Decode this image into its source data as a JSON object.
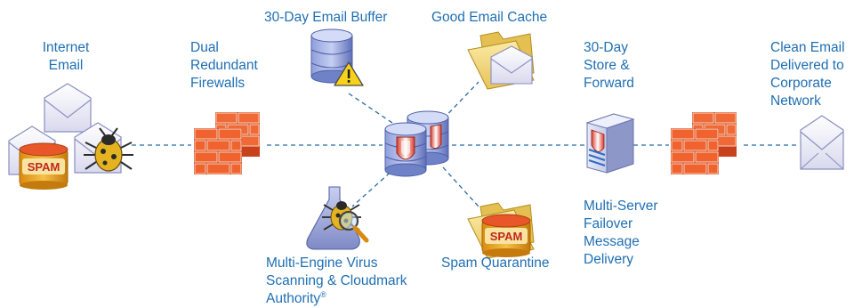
{
  "labels": {
    "internet_email": "Internet\nEmail",
    "firewalls": "Dual\nRedundant\nFirewalls",
    "email_buffer": "30-Day Email Buffer",
    "good_email_cache": "Good Email Cache",
    "store_forward": "30-Day\nStore &\nForward",
    "clean_email": "Clean Email\nDelivered to\nCorporate\nNetwork",
    "virus_scanning": "Multi-Engine Virus\nScanning & Cloudmark\nAuthority",
    "registered_mark": "®",
    "spam_quarantine": "Spam Quarantine",
    "failover": "Multi-Server\nFailover\nMessage\nDelivery",
    "spam_badge": "SPAM",
    "spam_badge_quarantine": "SPAM"
  },
  "colors": {
    "label_text": "#1f6fb3",
    "connector": "#2b6aa8",
    "brick": "#e8562a",
    "database": "#6f82c8",
    "folder": "#f2d77a",
    "spam_can": "#e8a21c"
  },
  "icons": [
    "envelope-icon",
    "spam-can-icon",
    "bug-icon",
    "firewall-icon",
    "database-icon",
    "warning-icon",
    "folder-icon",
    "server-icon",
    "magnifier-icon"
  ]
}
